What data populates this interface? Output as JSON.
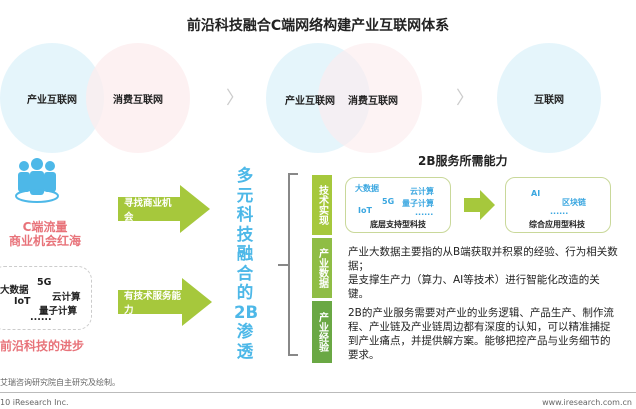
{
  "title": "前沿科技融合C端网络构建产业互联网体系",
  "circles": {
    "c1": "产业互联网",
    "c2": "消费互联网",
    "c3": "产业互联网",
    "c4": "消费互联网",
    "c5": "互联网"
  },
  "left": {
    "c_line1": "C端流量",
    "c_line2": "商业机会红海",
    "techs": [
      "大数据",
      "5G",
      "云计算",
      "IoT",
      "量子计算",
      "......"
    ],
    "tech_caption": "前沿科技的进步"
  },
  "arrows": {
    "a1": "寻找商业机会",
    "a2": "有技术服务能力"
  },
  "vertical_text": [
    "多",
    "元",
    "科",
    "技",
    "融",
    "合",
    "的",
    "2B",
    "渗",
    "透"
  ],
  "right": {
    "heading": "2B服务所需能力",
    "categories": [
      "技术实现",
      "产业数据",
      "产业经验"
    ],
    "box1": {
      "items": [
        "大数据",
        "云计算",
        "5G",
        "量子计算",
        "IoT",
        "......"
      ],
      "caption": "底层支持型科技"
    },
    "box2": {
      "items": [
        "AI",
        "区块链",
        "......"
      ],
      "caption": "综合应用型科技"
    },
    "para1": "产业大数据主要指的从B端获取并积累的经验、行为相关数据；\n是支撑生产力（算力、AI等技术）进行智能化改造的关键。",
    "para2": "2B的产业服务需要对产业的业务逻辑、产品生产、制作流程、产业链及产业链周边都有深度的认知，可以精准捕捉到产业痛点，并提供解方案。能够把控产品与业务细节的要求。"
  },
  "footer": {
    "source": "艾瑞咨询研究院自主研究及绘制。",
    "copyright": "10 iResearch Inc.",
    "url": "www.iresearch.com.cn"
  }
}
